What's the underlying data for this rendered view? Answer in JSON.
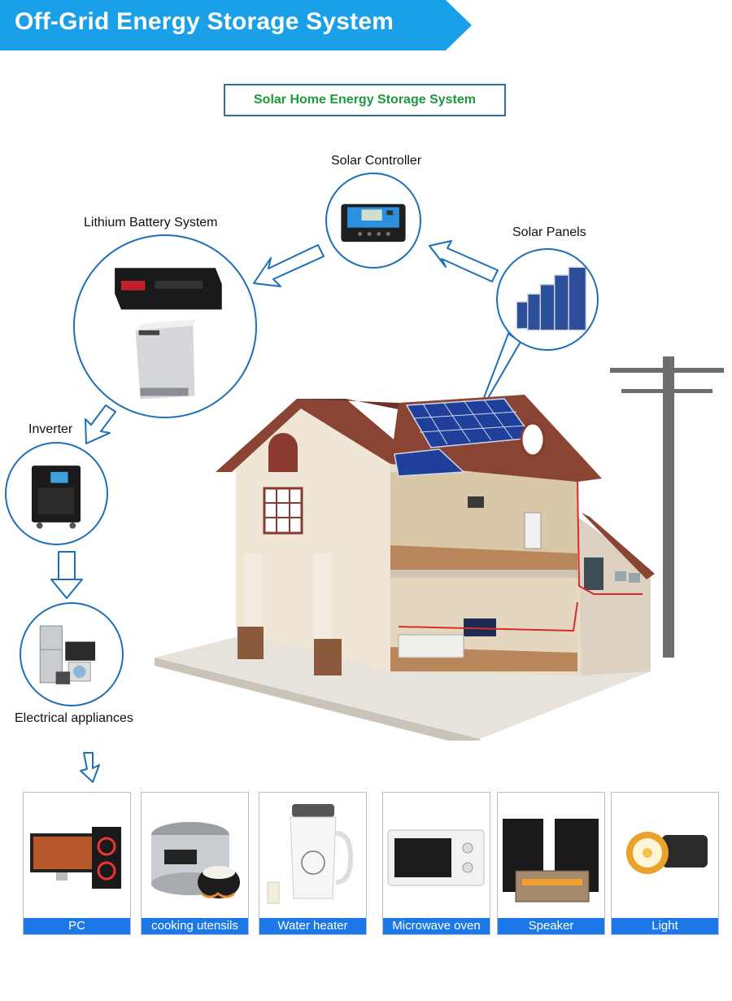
{
  "header": {
    "title": "Off-Grid Energy Storage System",
    "banner_color": "#1aa0e8"
  },
  "diagram": {
    "subtitle": "Solar Home Energy Storage System",
    "nodes": {
      "solar_controller": "Solar Controller",
      "lithium_battery": "Lithium Battery System",
      "solar_panels": "Solar Panels",
      "inverter": "Inverter",
      "appliances": "Electrical appliances"
    },
    "accent_color": "#1d6fb8",
    "title_green": "#1d9a3c"
  },
  "appliances": [
    {
      "label": "PC",
      "icon": "pc-icon"
    },
    {
      "label": "cooking utensils",
      "icon": "rice-cooker-icon"
    },
    {
      "label": "Water heater",
      "icon": "water-heater-icon"
    },
    {
      "label": "Microwave oven",
      "icon": "microwave-icon"
    },
    {
      "label": "Speaker",
      "icon": "speaker-icon"
    },
    {
      "label": "Light",
      "icon": "headlamp-icon"
    }
  ],
  "label_bar_color": "#1c78e6"
}
